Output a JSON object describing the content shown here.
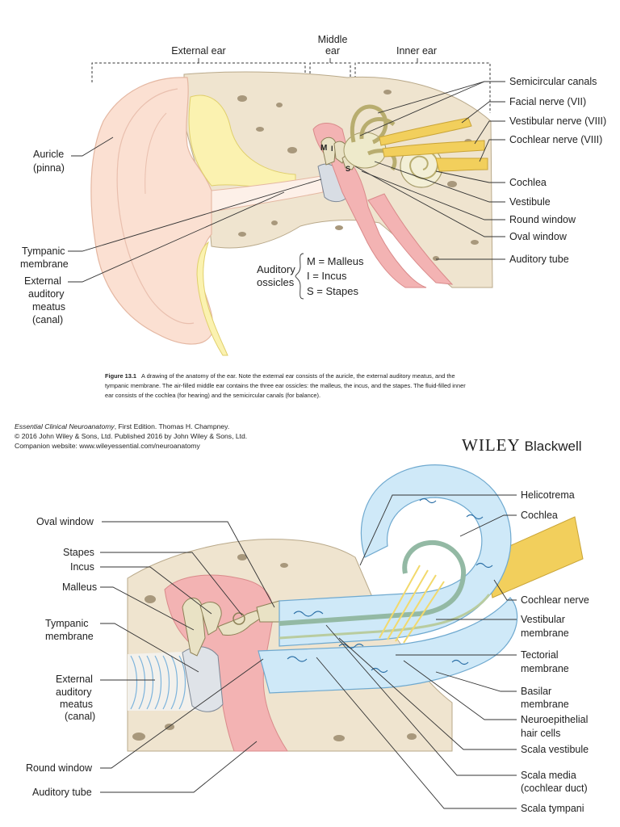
{
  "top_figure": {
    "region_labels": {
      "external_ear": "External ear",
      "middle_ear_line1": "Middle",
      "middle_ear_line2": "ear",
      "inner_ear": "Inner ear"
    },
    "left_labels": {
      "auricle_line1": "Auricle",
      "auricle_line2": "(pinna)",
      "tympanic_line1": "Tympanic",
      "tympanic_line2": "membrane",
      "eam_line1": "External",
      "eam_line2": "auditory",
      "eam_line3": "meatus",
      "eam_line4": "(canal)"
    },
    "right_labels": {
      "semicircular_canals": "Semicircular canals",
      "facial_nerve": "Facial nerve (VII)",
      "vestibular_nerve": "Vestibular nerve (VIII)",
      "cochlear_nerve": "Cochlear nerve (VIII)",
      "cochlea": "Cochlea",
      "vestibule": "Vestibule",
      "round_window": "Round window",
      "oval_window": "Oval window",
      "auditory_tube": "Auditory tube"
    },
    "ossicle_letters": {
      "m": "M",
      "i": "I",
      "s": "S"
    },
    "ossicles_legend": {
      "title_line1": "Auditory",
      "title_line2": "ossicles",
      "malleus": "M = Malleus",
      "incus": "I = Incus",
      "stapes": "S = Stapes"
    },
    "caption": {
      "label": "Figure 13.1",
      "line1": "A drawing of the anatomy of the ear. Note the external ear consists of the auricle, the external auditory meatus, and the",
      "line2": "tympanic membrane. The air-filled middle ear contains the three ear ossicles: the malleus, the incus, and the stapes. The fluid-filled inner",
      "line3": "ear consists of the cochlea (for hearing) and the semicircular canals (for balance)."
    }
  },
  "credits": {
    "book_title": "Essential Clinical Neuroanatomy",
    "book_rest": ", First Edition. Thomas H. Champney.",
    "line2": "© 2016 John Wiley & Sons, Ltd. Published 2016 by John Wiley & Sons, Ltd.",
    "line3": "Companion website: www.wileyessential.com/neuroanatomy",
    "publisher_bold": "WILEY",
    "publisher_rest": "Blackwell"
  },
  "bottom_figure": {
    "left_labels": {
      "oval_window": "Oval window",
      "stapes": "Stapes",
      "incus": "Incus",
      "malleus": "Malleus",
      "tympanic_line1": "Tympanic",
      "tympanic_line2": "membrane",
      "eam_line1": "External",
      "eam_line2": "auditory",
      "eam_line3": "meatus",
      "eam_line4": "(canal)",
      "round_window": "Round window",
      "auditory_tube": "Auditory tube"
    },
    "right_labels": {
      "helicotrema": "Helicotrema",
      "cochlea": "Cochlea",
      "cochlear_nerve": "Cochlear nerve",
      "vestibular_line1": "Vestibular",
      "vestibular_line2": "membrane",
      "tectorial_line1": "Tectorial",
      "tectorial_line2": "membrane",
      "basilar_line1": "Basilar",
      "basilar_line2": "membrane",
      "hair_line1": "Neuroepithelial",
      "hair_line2": "hair cells",
      "scala_vestibule": "Scala vestibule",
      "scala_media_line1": "Scala media",
      "scala_media_line2": "(cochlear duct)",
      "scala_tympani": "Scala tympani"
    }
  },
  "colors": {
    "bone": "#efe4cf",
    "skin": "#fbe0d2",
    "mucosa": "#f3b3b3",
    "fluid": "#cfe9f8",
    "nerve": "#f2cf5c",
    "wave": "#2b6fa6"
  }
}
